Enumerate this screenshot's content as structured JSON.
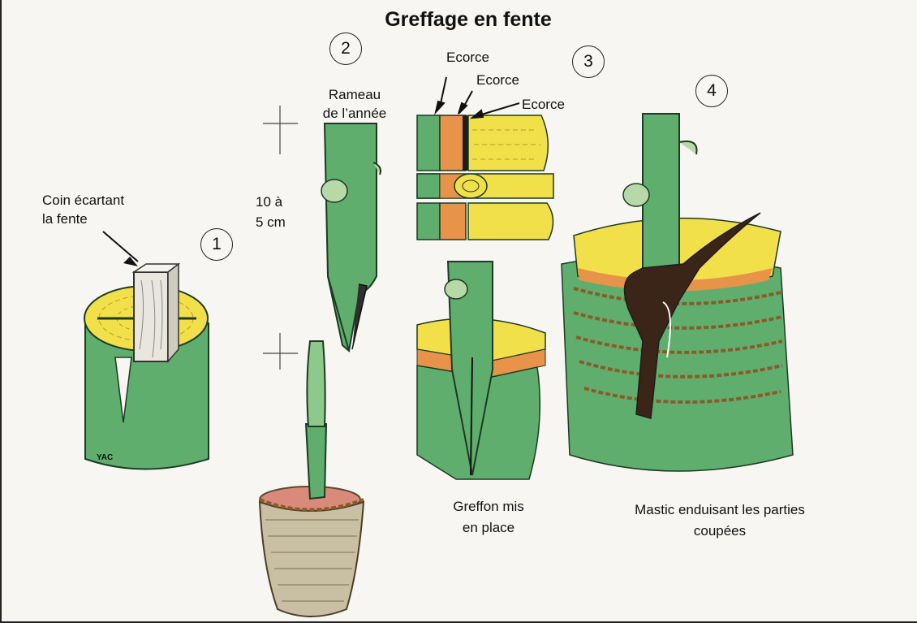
{
  "title": "Greffage en fente",
  "steps": {
    "one": "1",
    "two": "2",
    "three": "3",
    "four": "4"
  },
  "labels": {
    "coin_line1": "Coin écartant",
    "coin_line2": "la fente",
    "rameau_line1": "Rameau",
    "rameau_line2": "de l’année",
    "length_line1": "10 à",
    "length_line2": "5 cm",
    "ecorce_1": "Ecorce",
    "ecorce_2": "Ecorce",
    "ecorce_3": "Ecorce",
    "greffon_line1": "Greffon mis",
    "greffon_line2": "en place",
    "mastic_line1": "Mastic enduisant les parties",
    "mastic_line2": "coupées",
    "signature": "YAC"
  },
  "colors": {
    "bark_green": "#5fae6e",
    "wood_yellow": "#f2e04a",
    "cambium_orange": "#e8934a",
    "mastic_brown": "#3b2418",
    "basket": "#c9bfa2",
    "soil": "#d98a7a"
  }
}
